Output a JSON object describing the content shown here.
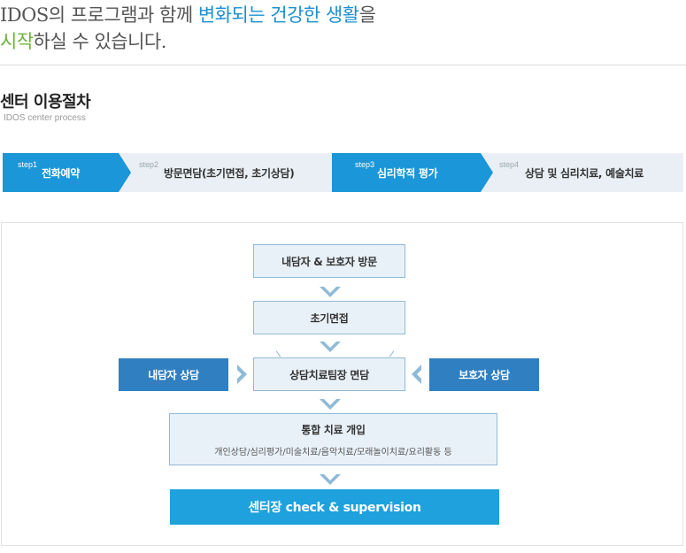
{
  "headline": {
    "line1_a": "IDOS의 프로그램과 함께 ",
    "line1_b": "변화되는 건강한 생활",
    "line1_c": "을",
    "line2_a": "시작",
    "line2_b": "하실 수 있습니다."
  },
  "section": {
    "title": "센터 이용절차",
    "subtitle": "IDOS center process"
  },
  "steps": [
    {
      "num": "step1",
      "label": "전화예약",
      "active": true
    },
    {
      "num": "step2",
      "label": "방문면담(초기면접, 초기상담)",
      "active": false
    },
    {
      "num": "step3",
      "label": "심리학적 평가",
      "active": true
    },
    {
      "num": "step4",
      "label": "상담 및 심리치료, 예술치료",
      "active": false
    }
  ],
  "flow": {
    "visit": "내담자 & 보호자 방문",
    "intake": "초기면접",
    "client_counsel": "내담자 상담",
    "team_interview": "상담치료팀장 면담",
    "guardian_counsel": "보호자 상담",
    "integrated": "통합 치료 개입",
    "integrated_detail": "개인상담/심리평가/미술치료/음악치료/모래놀이치료/요리활동 등",
    "supervision": "센터장 check & supervision"
  },
  "colors": {
    "accent_blue": "#1b8fd0",
    "accent_green": "#6cb33f",
    "step_active": "#1a96d9",
    "step_inactive": "#e9eff4",
    "box_dark": "#2f7fc1",
    "box_cyan": "#1ea1dc"
  }
}
